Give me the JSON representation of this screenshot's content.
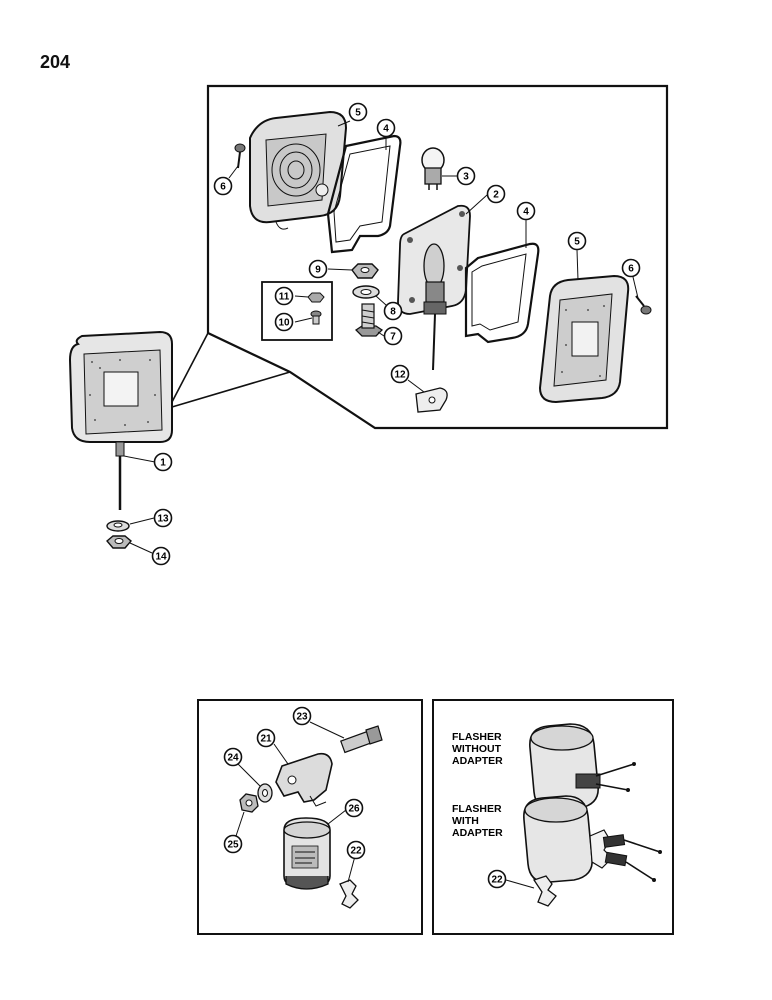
{
  "page": {
    "number": "204"
  },
  "callouts": [
    "1",
    "2",
    "3",
    "4",
    "4",
    "5",
    "5",
    "6",
    "6",
    "7",
    "8",
    "9",
    "10",
    "11",
    "12",
    "13",
    "14",
    "21",
    "22",
    "22",
    "23",
    "24",
    "25",
    "26"
  ],
  "flasher_labels": {
    "without_adapter": [
      "FLASHER",
      "WITHOUT",
      "ADAPTER"
    ],
    "with_adapter": [
      "FLASHER",
      "WITH",
      "ADAPTER"
    ]
  },
  "colors": {
    "ink": "#111111",
    "paper": "#ffffff",
    "lens": "#d9d9d9",
    "dark": "#333333"
  }
}
